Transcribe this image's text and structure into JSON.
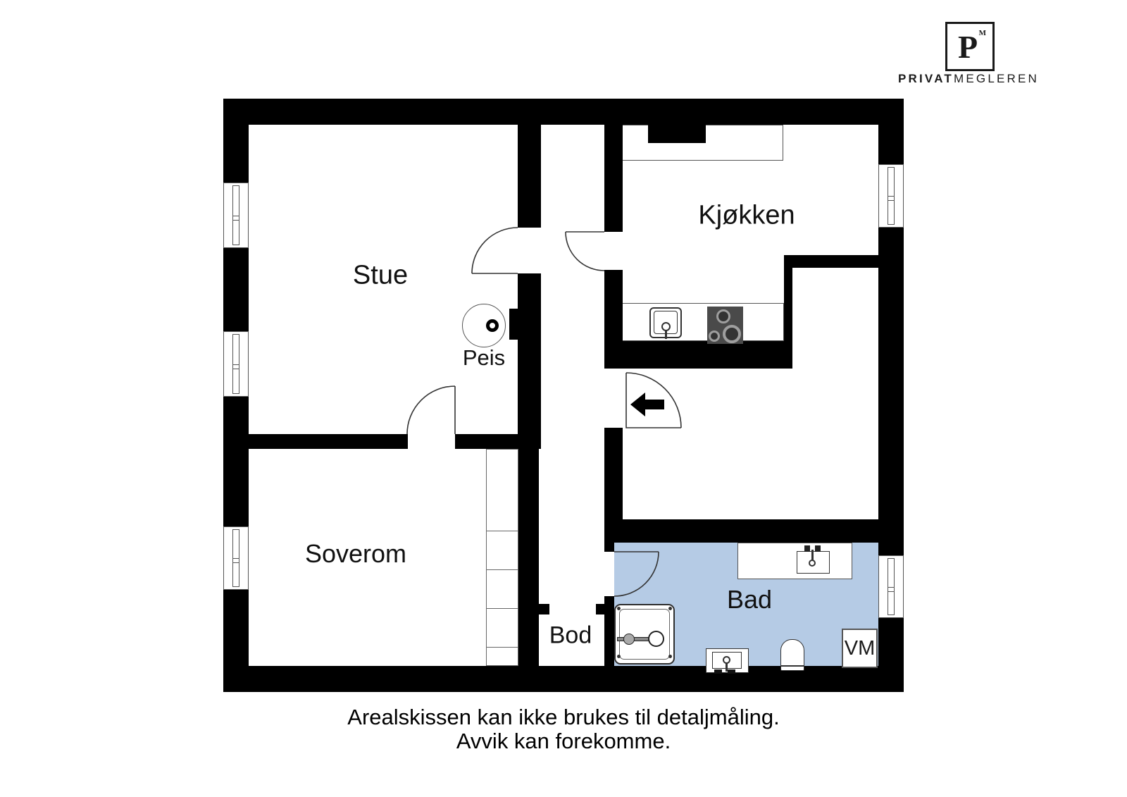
{
  "branding": {
    "logo_letter": "P",
    "logo_mark": "M",
    "wordmark_bold": "PRIVAT",
    "wordmark_light": "MEGLEREN"
  },
  "rooms": {
    "stue": "Stue",
    "kjokken": "Kjøkken",
    "soverom": "Soverom",
    "bod": "Bod",
    "bad": "Bad"
  },
  "labels": {
    "fireplace": "Peis",
    "washing_machine": "VM"
  },
  "footer": {
    "line1": "Arealskissen kan ikke brukes til detaljmåling.",
    "line2": "Avvik kan forekomme."
  },
  "colors": {
    "wall": "#000000",
    "bathroom_floor": "#b5cbe5",
    "stove": "#4a4a4a"
  }
}
